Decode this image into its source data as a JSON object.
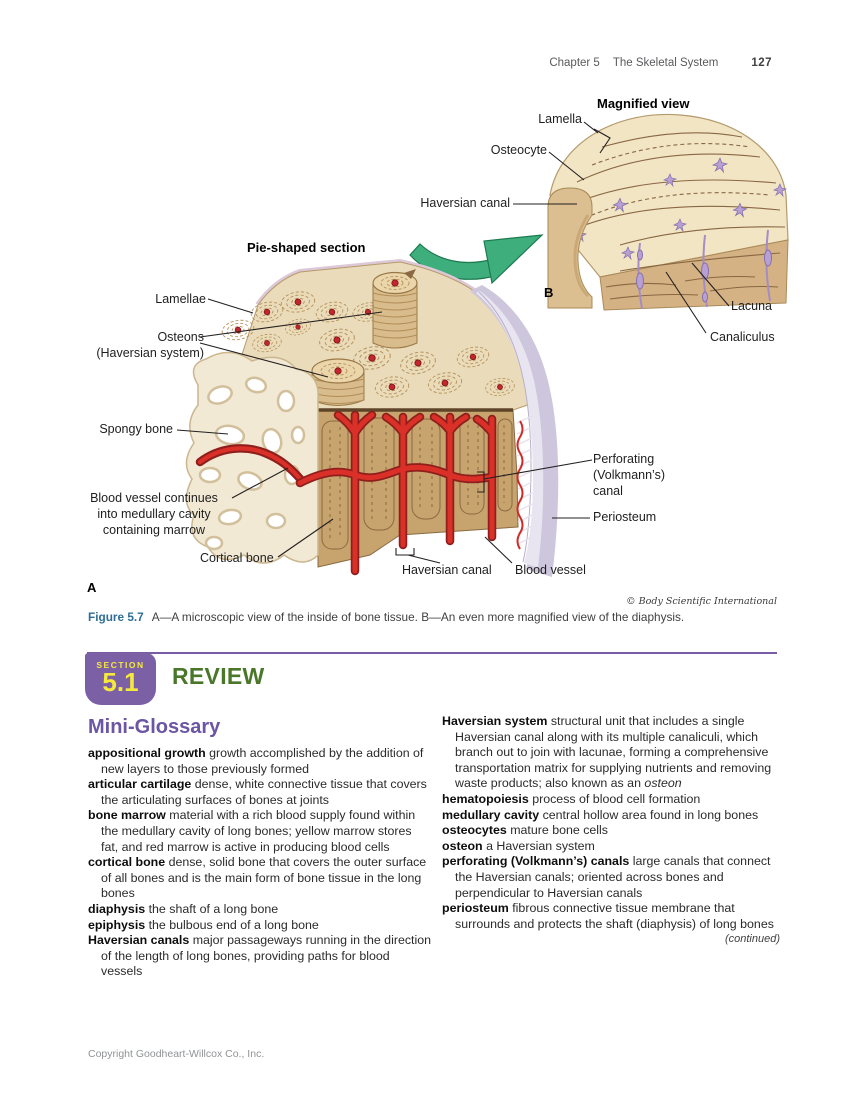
{
  "header": {
    "chapter": "Chapter 5",
    "book_section_title": "The Skeletal System",
    "page_number": "127"
  },
  "figure": {
    "panel_a_label": "A",
    "panel_b_label": "B",
    "credit": "© Body Scientific International",
    "caption": {
      "number": "Figure 5.7",
      "text": "A—A microscopic view of the inside of bone tissue. B—An even more magnified view of the diaphysis."
    },
    "labels": {
      "magnified_view": "Magnified view",
      "lamella": "Lamella",
      "osteocyte": "Osteocyte",
      "haversian_canal_b": "Haversian canal",
      "pie_shaped_section": "Pie-shaped section",
      "lamellae": "Lamellae",
      "osteons": "Osteons\n(Haversian system)",
      "spongy_bone": "Spongy bone",
      "blood_vessel_medullary": "Blood vessel continues\ninto medullary cavity\ncontaining marrow",
      "cortical_bone": "Cortical bone",
      "haversian_canal_a": "Haversian canal",
      "blood_vessel": "Blood vessel",
      "perforating_canal": "Perforating\n(Volkmann’s)\ncanal",
      "periosteum": "Periosteum",
      "lacuna": "Lacuna",
      "canaliculus": "Canaliculus"
    }
  },
  "section_review": {
    "section_label": "SECTION",
    "section_number": "5.1",
    "review_title": "REVIEW"
  },
  "glossary": {
    "title": "Mini-Glossary",
    "continued": "(continued)",
    "left": [
      {
        "term": "appositional growth",
        "def": "growth accomplished by the addition of new layers to those previously formed"
      },
      {
        "term": "articular cartilage",
        "def": "dense, white connective tissue that covers the articulating surfaces of bones at joints"
      },
      {
        "term": "bone marrow",
        "def": "material with a rich blood supply found within the medullary cavity of long bones; yellow marrow stores fat, and red marrow is active in producing blood cells"
      },
      {
        "term": "cortical bone",
        "def": "dense, solid bone that covers the outer surface of all bones and is the main form of bone tissue in the long bones"
      },
      {
        "term": "diaphysis",
        "def": "the shaft of a long bone"
      },
      {
        "term": "epiphysis",
        "def": "the bulbous end of a long bone"
      },
      {
        "term": "Haversian canals",
        "def": "major passageways running in the direction of the length of long bones, providing paths for blood vessels"
      }
    ],
    "right": [
      {
        "term": "Haversian system",
        "def": "structural unit that includes a single Haversian canal along with its multiple canaliculi, which branch out to join with lacunae, forming a comprehensive transportation matrix for supplying nutrients and removing waste products; also known as an",
        "def_italic": "osteon"
      },
      {
        "term": "hematopoiesis",
        "def": "process of blood cell formation"
      },
      {
        "term": "medullary cavity",
        "def": "central hollow area found in long bones"
      },
      {
        "term": "osteocytes",
        "def": "mature bone cells"
      },
      {
        "term": "osteon",
        "def": "a Haversian system"
      },
      {
        "term": "perforating (Volkmann’s) canals",
        "def": "large canals that connect the Haversian canals; oriented across bones and perpendicular to Haversian canals"
      },
      {
        "term": "periosteum",
        "def": "fibrous connective tissue membrane that surrounds and protects the shaft (diaphysis) of long bones"
      }
    ]
  },
  "footer": {
    "copyright": "Copyright Goodheart-Willcox Co., Inc."
  },
  "colors": {
    "accent_purple": "#7c60a5",
    "accent_yellow": "#f5e93e",
    "review_green": "#4a7729",
    "figure_number_blue": "#2e6e96",
    "bone_tan": "#c7a36d",
    "vessel_red": "#da3028"
  }
}
